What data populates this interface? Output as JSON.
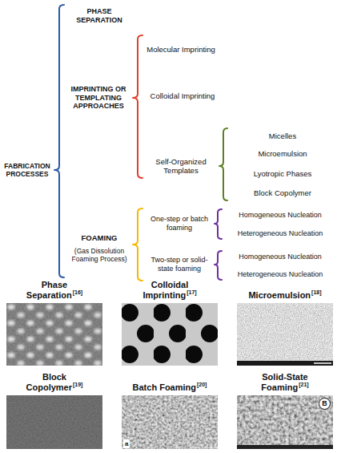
{
  "diagram": {
    "nodes": [
      {
        "text": [
          "Phase Separation",
          "[16]"
        ]
      },
      {
        "text": [
          "Colloidal Imprinting",
          "[17]"
        ]
      },
      {
        "text": [
          "Microemulsion",
          "[18]"
        ]
      },
      {
        "text": [
          "Block Copolymer",
          "[19]"
        ]
      },
      {
        "text": [
          "Batch Foaming",
          "[20]"
        ]
      },
      {
        "text": [
          "Solid-State Foaming",
          "[21]"
        ]
      }
    ],
    "labels": [
      "FABRICATION PROCESSES",
      "PHASE SEPARATION",
      "IMPRINTING OR TEMPLATING APPROACHES",
      "Molecular Imprinting",
      "Colloidal Imprinting",
      "Self-Organized Templates",
      "Micelles",
      "Microemulsion",
      "Lyotropic Phases",
      "Block Copolymer",
      "FOAMING",
      "(Gas Dissolution Foaming Process)",
      "One-step or batch foaming",
      "Homogeneous Nucleation",
      "Heterogeneous Nucleation",
      "Two-step or solid-state foaming",
      "Homogeneous Nucleation",
      "Heterogeneous Nucleation",
      "a",
      "B"
    ]
  }
}
